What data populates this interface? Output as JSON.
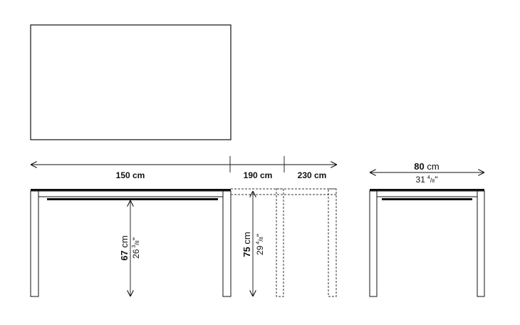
{
  "dimensions": {
    "length_a": "150 cm",
    "length_b": "190 cm",
    "length_c": "230 cm",
    "depth_value": "80",
    "depth_unit": "cm",
    "depth_inch_whole": "31",
    "depth_inch_num": "4",
    "depth_inch_den": "8",
    "inner_height_value": "67",
    "inner_height_unit": "cm",
    "inner_height_inch_whole": "26",
    "inner_height_inch_num": "3",
    "inner_height_inch_den": "8",
    "total_height_value": "75",
    "total_height_unit": "cm",
    "total_height_inch_whole": "29",
    "total_height_inch_num": "4",
    "total_height_inch_den": "8",
    "inch_mark": "\""
  },
  "colors": {
    "line": "#111111",
    "dashed_extension": "#333333"
  }
}
